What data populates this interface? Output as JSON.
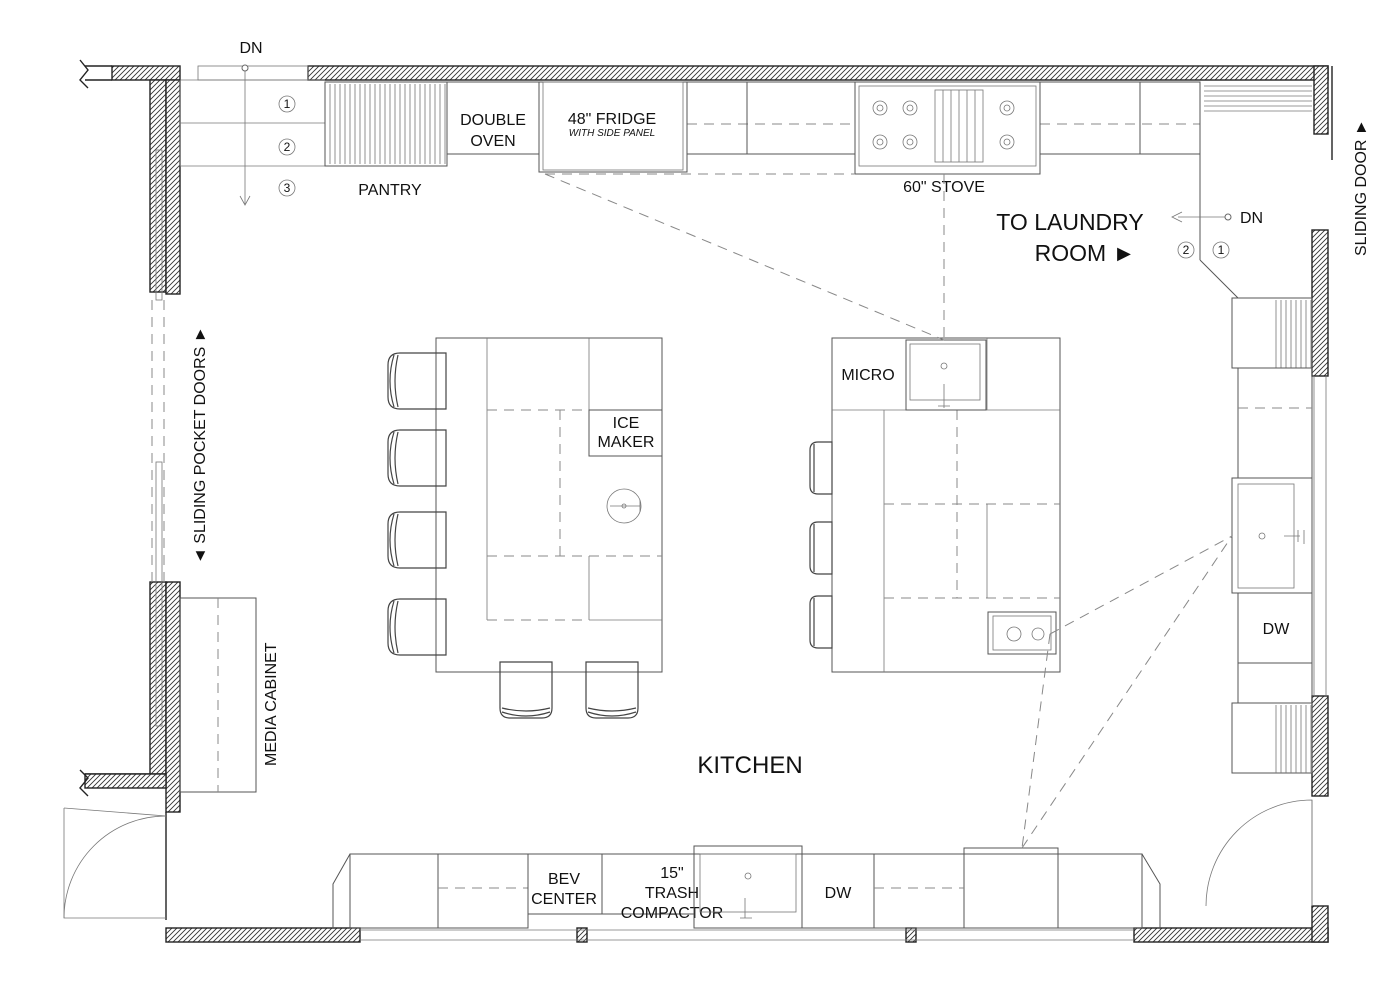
{
  "labels": {
    "dn_top": "DN",
    "step_1": "1",
    "step_2": "2",
    "step_3": "3",
    "pantry": "PANTRY",
    "double_oven_line1": "DOUBLE",
    "double_oven_line2": "OVEN",
    "fridge": "48\" FRIDGE",
    "fridge_note": "WITH SIDE PANEL",
    "stove": "60\" STOVE",
    "to_laundry_line1": "TO LAUNDRY",
    "to_laundry_line2": "ROOM ►",
    "dn_right": "DN",
    "laundry_step_2": "2",
    "laundry_step_1": "1",
    "sliding_door": "SLIDING DOOR ►",
    "sliding_pocket_doors": "◄ SLIDING POCKET DOORS ►",
    "media_cabinet": "MEDIA CABINET",
    "ice_maker_line1": "ICE",
    "ice_maker_line2": "MAKER",
    "micro": "MICRO",
    "dw_right": "DW",
    "kitchen": "KITCHEN",
    "bev_line1": "BEV",
    "bev_line2": "CENTER",
    "trash_line1": "15\"",
    "trash_line2": "TRASH",
    "trash_line3": "COMPACTOR",
    "dw_bottom": "DW"
  },
  "colors": {
    "line": "#222222",
    "cabinet": "#555555",
    "dash": "#777777",
    "background": "#ffffff"
  }
}
